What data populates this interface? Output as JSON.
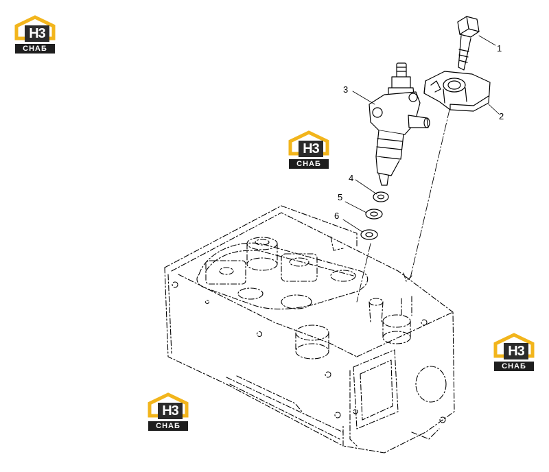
{
  "logo": {
    "top": "H3",
    "bottom": "СНАБ",
    "accent": "#f2b51c",
    "dark": "#2b2b2b"
  },
  "callouts": [
    "1",
    "2",
    "3",
    "4",
    "5",
    "6"
  ],
  "parts": [
    {
      "number": "1",
      "name": "bolt"
    },
    {
      "number": "2",
      "name": "clamp"
    },
    {
      "number": "3",
      "name": "injector"
    },
    {
      "number": "4",
      "name": "washer"
    },
    {
      "number": "5",
      "name": "washer"
    },
    {
      "number": "6",
      "name": "washer"
    }
  ]
}
